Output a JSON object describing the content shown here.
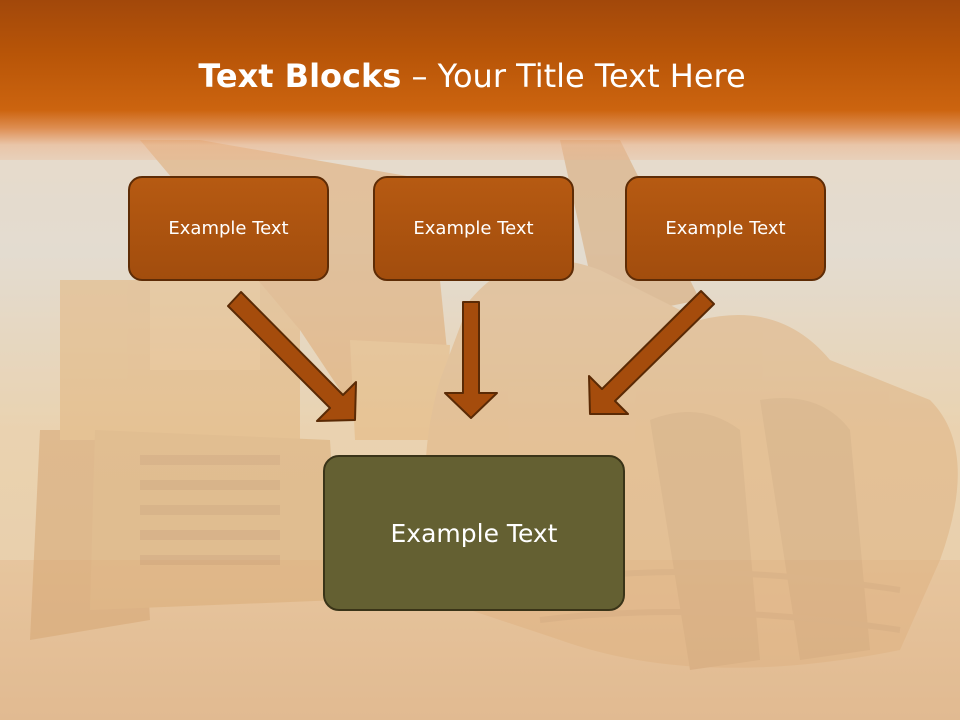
{
  "title": {
    "bold": "Text Blocks",
    "rest": " – Your Title Text Here"
  },
  "boxes": {
    "top_left": "Example Text",
    "top_center": "Example Text",
    "top_right": "Example Text",
    "main": "Example Text"
  },
  "colors": {
    "title_bar": "#b85508",
    "box_fill": "#a8500e",
    "box_border": "#5e2c06",
    "main_box_fill": "#646032",
    "arrow_fill": "#a54c0c"
  }
}
